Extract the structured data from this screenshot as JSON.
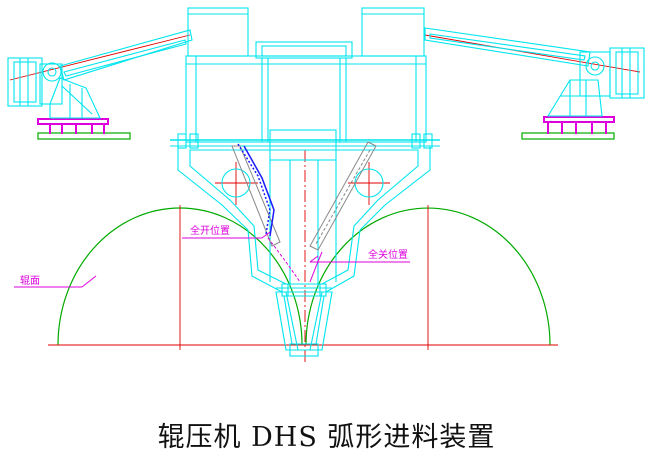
{
  "figure": {
    "caption": "辊压机 DHS 弧形进料装置",
    "labels": {
      "full_open": "全开位置",
      "full_close": "全关位置",
      "roll_surface": "辊面"
    }
  },
  "colors": {
    "cyan": "#00e5ee",
    "red": "#e00000",
    "green": "#00aa00",
    "magenta": "#dd00dd",
    "blue": "#1a1aff",
    "gray": "#888888"
  }
}
